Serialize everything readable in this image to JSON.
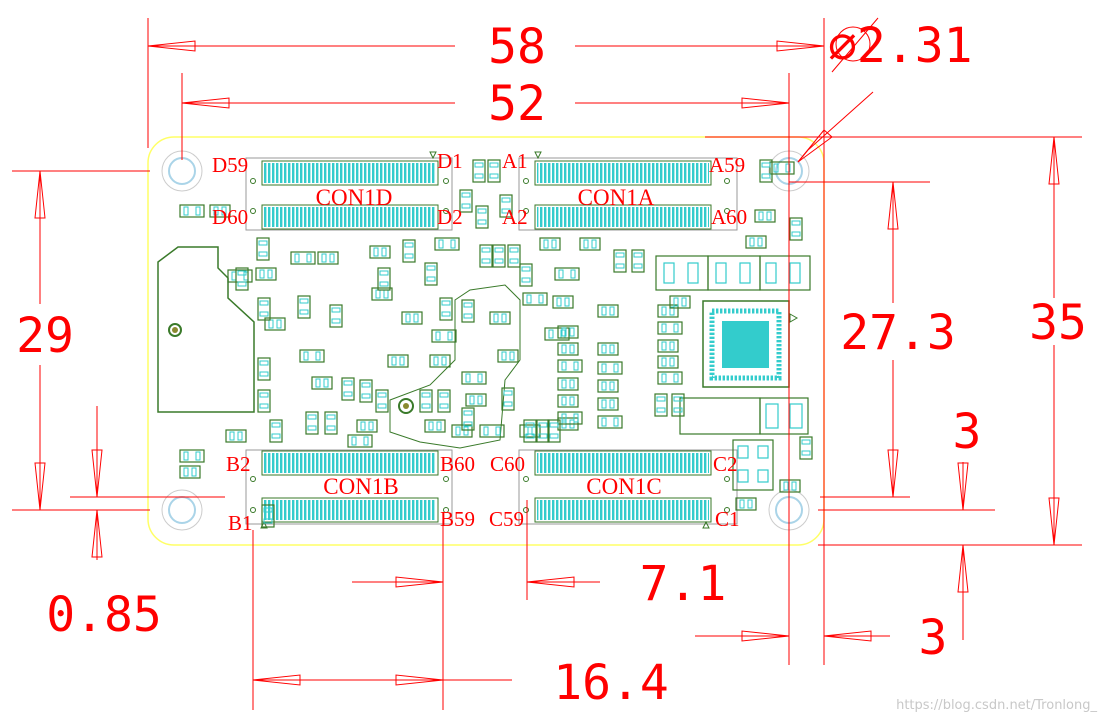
{
  "dimensions": {
    "width_outer": "58",
    "width_holes": "52",
    "hole_diameter": "∅2.31",
    "height_holes": "29",
    "height_inner": "27.3",
    "height_outer": "35",
    "right_offset_top": "3",
    "left_offset_bottom": "0.85",
    "connector_gap": "7.1",
    "connector_length": "16.4",
    "bottom_offset": "3"
  },
  "connectors": {
    "con1d": {
      "name": "CON1D",
      "pin_top_left": "D59",
      "pin_bottom_left": "D60",
      "pin_top_right": "D1",
      "pin_bottom_right": "D2"
    },
    "con1a": {
      "name": "CON1A",
      "pin_top_left": "A1",
      "pin_bottom_left": "A2",
      "pin_top_right": "A59",
      "pin_bottom_right": "A60"
    },
    "con1b": {
      "name": "CON1B",
      "pin_top_left": "B2",
      "pin_bottom_left": "B1",
      "pin_top_right": "B60",
      "pin_bottom_right": "B59"
    },
    "con1c": {
      "name": "CON1C",
      "pin_top_left": "C60",
      "pin_bottom_left": "C59",
      "pin_top_right": "C2",
      "pin_bottom_right": "C1"
    }
  },
  "watermark": "https://blog.csdn.net/Tronlong_",
  "colors": {
    "dimension": "#ff0000",
    "board_outline": "#ffff66",
    "component": "#3a7a2a",
    "pin": "#33cccc",
    "hole": "#aad4e8"
  }
}
